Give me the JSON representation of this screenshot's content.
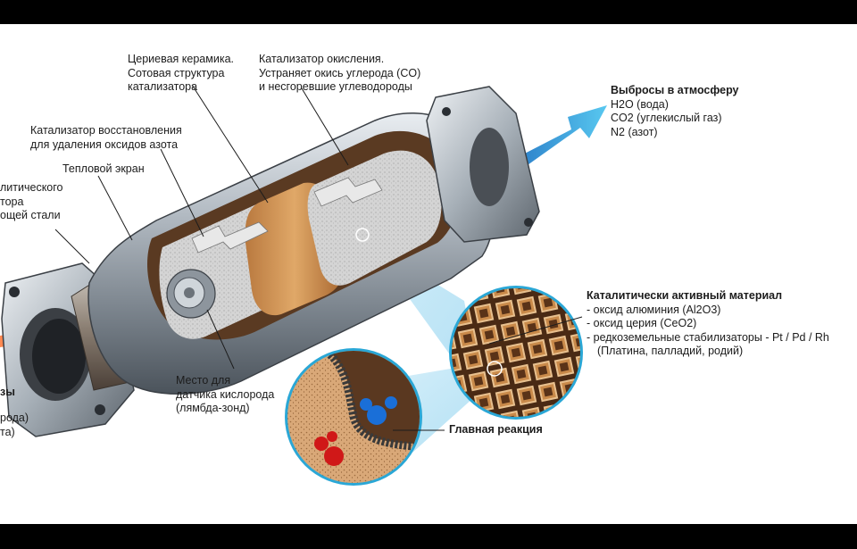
{
  "labels": {
    "ceria": [
      "Цериевая керамика.",
      "Сотовая структура",
      "катализатора"
    ],
    "oxidation": [
      "Катализатор окисления.",
      "Устраняет окись углерода (CO)",
      "и несгоревшие углеводороды"
    ],
    "reduction": [
      "Катализатор восстановления",
      "для удаления оксидов азота"
    ],
    "heat_shield": "Тепловой экран",
    "left_cut": [
      "литического",
      "тора",
      "ощей стали"
    ],
    "emissions": {
      "title": "Выбросы в атмосферу",
      "items": [
        "H2O (вода)",
        "CO2 (углекислый газ)",
        "N2 (азот)"
      ]
    },
    "active_material": {
      "title": "Каталитически активный материал",
      "items": [
        "- оксид алюминия (Al2O3)",
        "- оксид церия (CeO2)",
        "- редкоземельные стабилизаторы - Pt / Pd / Rh",
        "  (Платина, палладий, родий)"
      ]
    },
    "sensor": [
      "Место для",
      "датчика кислорода",
      "(лямбда-зонд)"
    ],
    "main_reaction": "Главная реакция",
    "left_bottom_cut": [
      "зы",
      "рода)",
      "та)"
    ]
  },
  "colors": {
    "outflow_arrow": "#1e88d0",
    "inflow_arrow": "#e8401c",
    "ceramic": "#c98a4a",
    "metal": "#9aa3ab",
    "monolith": "#cfcfcf",
    "inset_ring": "#2aa7d6",
    "red_molecule": "#d01818",
    "blue_molecule": "#1a6fd8"
  }
}
